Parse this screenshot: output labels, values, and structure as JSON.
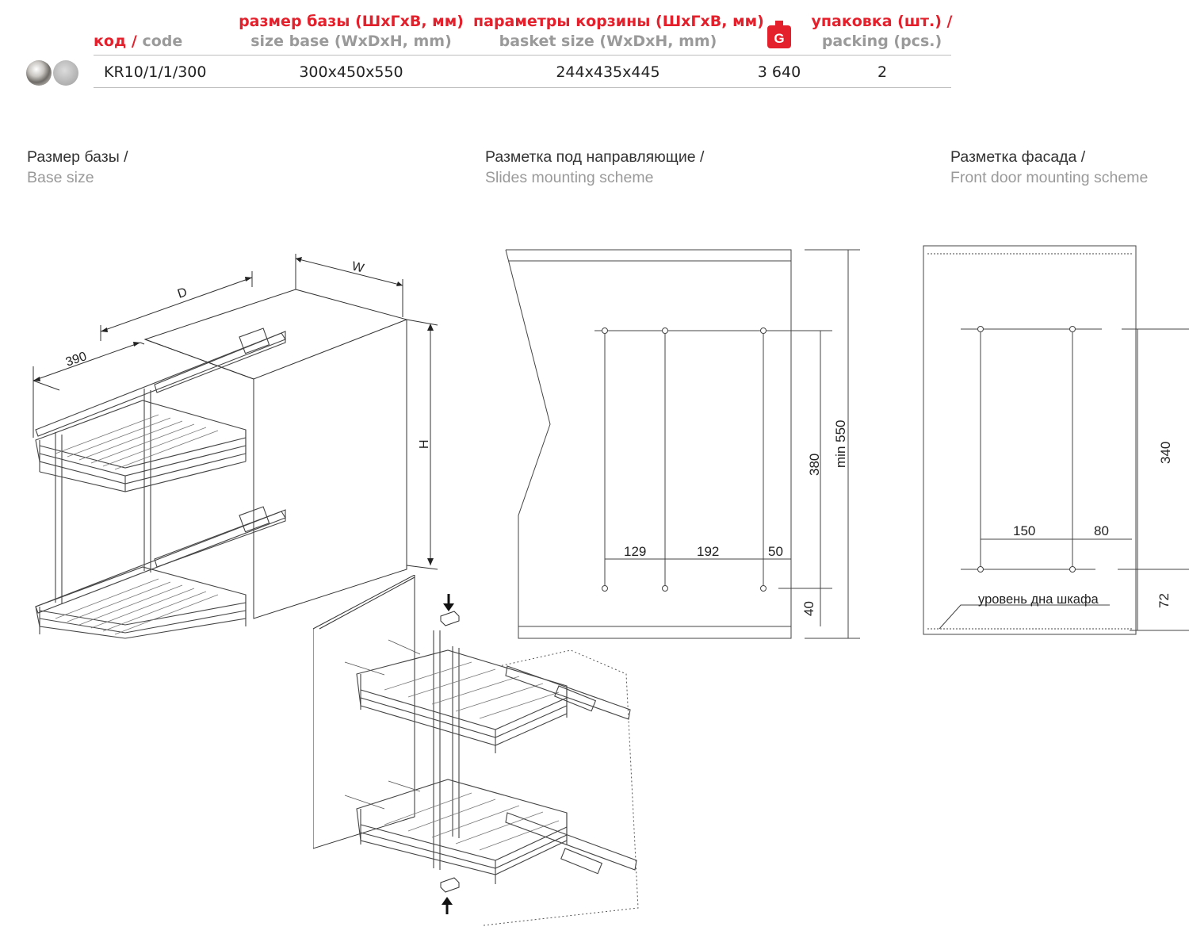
{
  "table": {
    "headers": {
      "code": {
        "ru": "код",
        "sep": " / ",
        "en": "code"
      },
      "size_base": {
        "ru": "размер базы (ШхГхВ, мм)",
        "en": "size base (WxDxH, mm)"
      },
      "basket": {
        "ru": "параметры корзины (ШхГхВ, мм)",
        "en": "basket size (WxDxH, mm)"
      },
      "weight_icon_letter": "G",
      "packing": {
        "ru": "упаковка (шт.) /",
        "en": "packing (pcs.)"
      }
    },
    "row": {
      "code": "KR10/1/1/300",
      "size_base": "300x450x550",
      "basket": "244x435x445",
      "price": "3 640",
      "packing": "2"
    }
  },
  "sections": {
    "base": {
      "ru": "Размер базы /",
      "en": "Base size"
    },
    "slides": {
      "ru": "Разметка под направляющие /",
      "en": "Slides mounting scheme"
    },
    "front": {
      "ru": "Разметка фасада /",
      "en": "Front door mounting scheme"
    }
  },
  "base_dims": {
    "w": "W",
    "d": "D",
    "h": "H",
    "depth": "390"
  },
  "slides_dims": {
    "d1": "129",
    "d2": "192",
    "d3": "50",
    "v1": "380",
    "v2": "min 550",
    "v3": "40"
  },
  "front_dims": {
    "d1": "150",
    "d2": "80",
    "v1": "340",
    "v2": "72",
    "bottom_label": "уровень дна шкафа"
  },
  "colors": {
    "accent": "#e3202b",
    "muted": "#9a9a9a",
    "line": "#333333"
  }
}
